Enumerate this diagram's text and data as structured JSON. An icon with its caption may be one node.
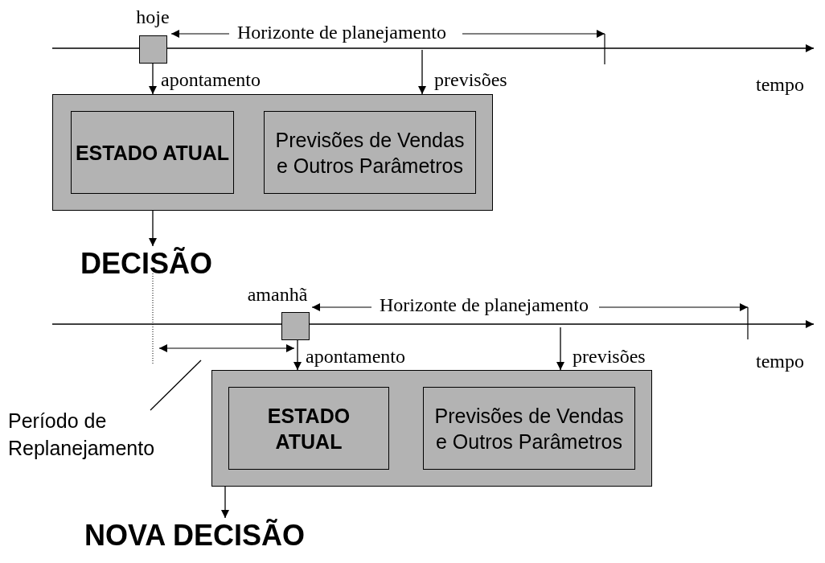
{
  "diagram": {
    "nodes": [
      {
        "text": [
          "hoje"
        ]
      },
      {
        "text": [],
        "shape": "box"
      },
      {
        "text": [
          "ESTADO ATUAL"
        ],
        "in": 1
      },
      {
        "text": [
          "Previsões de Vendas e Outros Parâmetros"
        ],
        "in": 1
      },
      {
        "text": [
          "DECISÃO"
        ]
      },
      {
        "text": [
          "amanhã"
        ]
      },
      {
        "text": [],
        "shape": "box"
      },
      {
        "text": [
          "ESTADO ATUAL"
        ],
        "in": 6
      },
      {
        "text": [
          "Previsões de Vendas e Outros Parâmetros"
        ],
        "in": 6
      },
      {
        "text": [
          "NOVA DECISÃO"
        ]
      },
      {
        "text": [
          "Período de Replanejamento"
        ]
      }
    ],
    "edges": [
      {
        "from": 0,
        "to": 1,
        "arrow": "to",
        "label": "apontamento"
      },
      {
        "from": null,
        "to": 1,
        "arrow": "to",
        "label": "previsões"
      },
      {
        "from": 1,
        "to": 4,
        "arrow": "to"
      },
      {
        "from": 5,
        "to": 6,
        "arrow": "to",
        "label": "apontamento"
      },
      {
        "from": null,
        "to": 6,
        "arrow": "to",
        "label": "previsões"
      },
      {
        "from": 6,
        "to": 9,
        "arrow": "to"
      },
      {
        "from": 10,
        "to": null,
        "arrow": "none"
      }
    ],
    "labels": [
      "Horizonte de planejamento",
      "tempo",
      "Horizonte de planejamento",
      "tempo"
    ]
  }
}
